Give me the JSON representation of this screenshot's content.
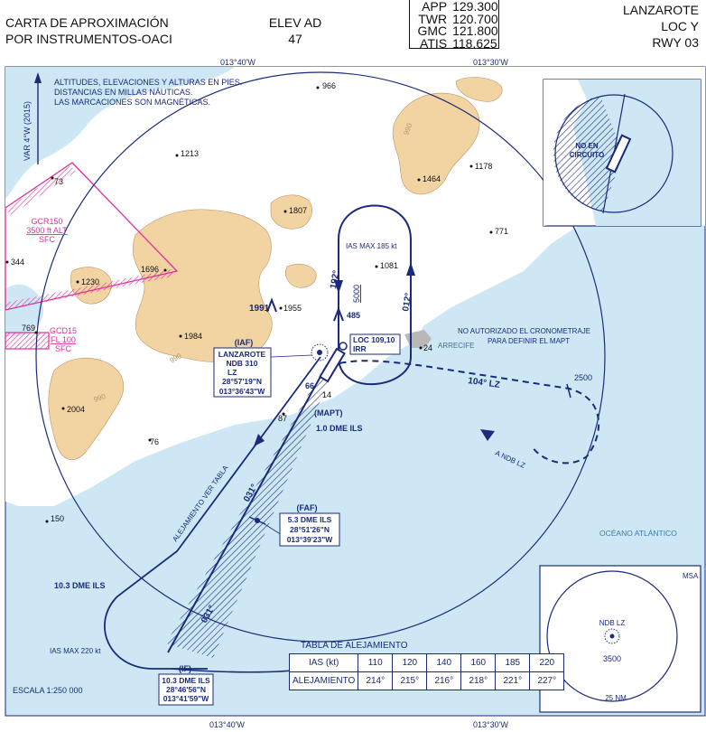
{
  "header": {
    "title_line1": "CARTA DE APROXIMACIÓN",
    "title_line2": "POR INSTRUMENTOS-OACI",
    "elev_label": "ELEV AD",
    "elev_value": "47",
    "freqs": [
      {
        "name": "APP",
        "value": "129.300"
      },
      {
        "name": "TWR",
        "value": "120.700"
      },
      {
        "name": "GMC",
        "value": "121.800"
      },
      {
        "name": "ATIS",
        "value": "118.625"
      }
    ],
    "airport": "LANZAROTE",
    "procedure": "LOC Y",
    "runway": "RWY 03"
  },
  "coords": {
    "top_left": "013°40'W",
    "top_right": "013°30'W",
    "bottom_left": "013°40'W",
    "bottom_right": "013°30'W"
  },
  "notes": {
    "line1": "ALTITUDES, ELEVACIONES Y ALTURAS EN PIES.",
    "line2": "DISTANCIAS EN MILLAS NÁUTICAS.",
    "line3": "LAS MARCACIONES SON MAGNÉTICAS.",
    "variation": "VAR 4°W (2015)"
  },
  "spot_elevations": [
    "966",
    "1213",
    "1807",
    "1464",
    "1178",
    "771",
    "1081",
    "1696",
    "1230",
    "1955",
    "1991",
    "1984",
    "2004",
    "344",
    "769",
    "73",
    "87",
    "76",
    "150",
    "66",
    "14",
    "24",
    "485"
  ],
  "contour_label": "990",
  "airspace": {
    "gcr150": [
      "GCR150",
      "3500 ft ALT",
      "SFC"
    ],
    "gcd15": [
      "GCD15",
      "FL 100",
      "SFC"
    ]
  },
  "procedure": {
    "ias_holding": "IAS MAX 185 kt",
    "inbound_hold": "012°",
    "outbound_hold": "192°",
    "hold_alt": "5000",
    "iaf": [
      "(IAF)",
      "LANZAROTE",
      "NDB 310",
      "LZ",
      "28°57'19\"N",
      "013°36'43\"W"
    ],
    "loc": [
      "LOC 109,10",
      "IRR"
    ],
    "mapt": [
      "(MAPT)",
      "1.0 DME ILS"
    ],
    "faf_title": "(FAF)",
    "faf": [
      "5.3 DME ILS",
      "28°51'26\"N",
      "013°39'23\"W"
    ],
    "if_title": "(IF)",
    "if": [
      "10.3 DME ILS",
      "28°46'56\"N",
      "013°41'59\"W"
    ],
    "dme_10_3": "10.3 DME ILS",
    "ias_220": "IAS MAX 220 kt",
    "alejamiento_tabla": "ALEJAMIENTO VER TABLA",
    "final_course": "031°",
    "lz104": "104° LZ",
    "dist_2500": "2500",
    "a_ndb": "A NDB LZ",
    "no_autorizado": "NO AUTORIZADO EL CRONOMETRAJE",
    "no_autorizado2": "PARA DEFINIR EL MAPT",
    "arrecife": "ARRECIFE",
    "oceano": "OCÉANO ATLÁNTICO"
  },
  "circling": {
    "line1": "NO EN",
    "line2": "CIRCUITO"
  },
  "msa": {
    "title": "MSA",
    "ndb": "NDB LZ",
    "alt": "3500",
    "radius": "25 NM"
  },
  "scale": "ESCALA 1:250 000",
  "alejamiento_table": {
    "title": "TABLA DE ALEJAMIENTO",
    "row1_label": "IAS (kt)",
    "ias": [
      "110",
      "120",
      "140",
      "160",
      "185",
      "220"
    ],
    "row2_label": "ALEJAMIENTO",
    "track": [
      "214°",
      "215°",
      "216°",
      "218°",
      "221°",
      "227°"
    ]
  }
}
